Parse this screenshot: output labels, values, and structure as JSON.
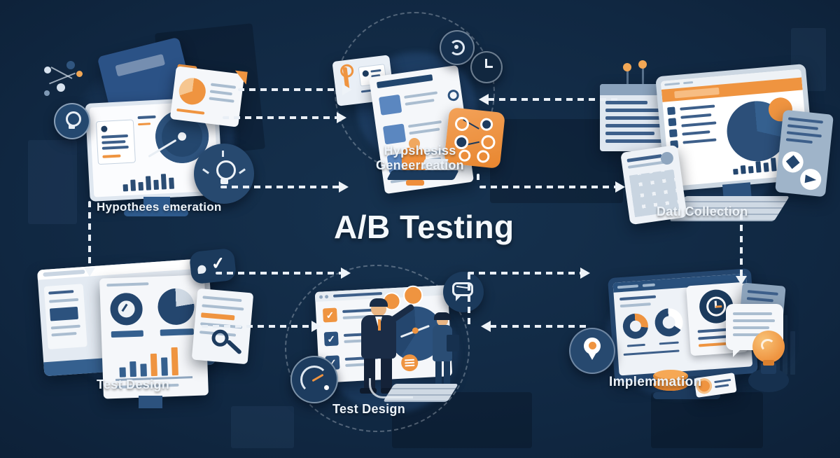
{
  "title": "A/B Testing",
  "labels": {
    "top_left": "Hypothees emeration",
    "top_center_line1": "Hypshesiss",
    "top_center_line2": "Geneerreation",
    "top_right": "Datı Collection",
    "bottom_left": "Test Design",
    "bottom_center": "Test Design",
    "bottom_right": "Implemmation"
  },
  "colors": {
    "background_navy": "#102741",
    "panel_white": "#f5f7fa",
    "illustration_blue": "#2e5a93",
    "dark_navy": "#1d3b5e",
    "accent_orange": "#ef9440",
    "arrow_white": "#e9eff6",
    "label_text": "#edf3f9"
  },
  "icons": {
    "molecule-icon": "connected-dots",
    "lightbulb-icon": "bulb-in-circle",
    "idea-icon": "bulb-with-arrows",
    "key-icon": "key",
    "spiral-icon": "spiral-ring",
    "clock-icon": "clock-face",
    "target-icon": "dartboard-disc",
    "pie-chart-icon": "pie",
    "checkmark-icon": "check",
    "magnifier-icon": "lens-with-handle",
    "gauge-icon": "dial",
    "chat-icon": "speech-bubble",
    "paper-plane-icon": "plane-in-circle",
    "pin-icon": "location-pin",
    "coins-icon": "coin-stack",
    "calculator-icon": "key-grid",
    "keyboard-icon": "key-rows"
  }
}
